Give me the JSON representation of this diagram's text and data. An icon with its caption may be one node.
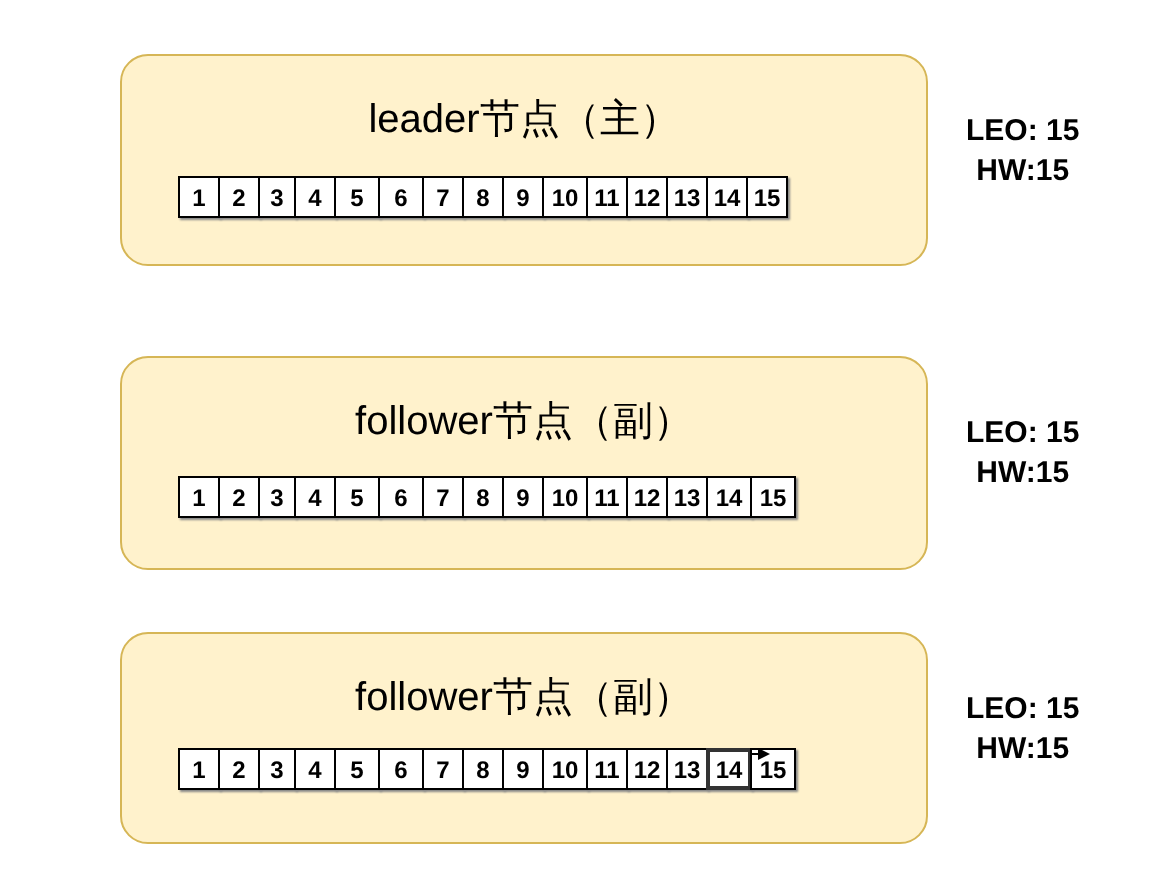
{
  "diagram": {
    "nodes": [
      {
        "text": [
          "leader节点（主）"
        ],
        "beside": [
          "LEO: 15",
          "HW:15"
        ]
      },
      {
        "text": [
          "1"
        ],
        "in": 0
      },
      {
        "text": [
          "2"
        ],
        "in": 0
      },
      {
        "text": [
          "3"
        ],
        "in": 0
      },
      {
        "text": [
          "4"
        ],
        "in": 0
      },
      {
        "text": [
          "5"
        ],
        "in": 0
      },
      {
        "text": [
          "6"
        ],
        "in": 0
      },
      {
        "text": [
          "7"
        ],
        "in": 0
      },
      {
        "text": [
          "8"
        ],
        "in": 0
      },
      {
        "text": [
          "9"
        ],
        "in": 0
      },
      {
        "text": [
          "10"
        ],
        "in": 0
      },
      {
        "text": [
          "11"
        ],
        "in": 0
      },
      {
        "text": [
          "12"
        ],
        "in": 0
      },
      {
        "text": [
          "13"
        ],
        "in": 0
      },
      {
        "text": [
          "14"
        ],
        "in": 0
      },
      {
        "text": [
          "15"
        ],
        "in": 0
      },
      {
        "text": [
          "follower节点（副）"
        ],
        "beside": [
          "LEO: 15",
          "HW:15"
        ]
      },
      {
        "text": [
          "1"
        ],
        "in": 16
      },
      {
        "text": [
          "2"
        ],
        "in": 16
      },
      {
        "text": [
          "3"
        ],
        "in": 16
      },
      {
        "text": [
          "4"
        ],
        "in": 16
      },
      {
        "text": [
          "5"
        ],
        "in": 16
      },
      {
        "text": [
          "6"
        ],
        "in": 16
      },
      {
        "text": [
          "7"
        ],
        "in": 16
      },
      {
        "text": [
          "8"
        ],
        "in": 16
      },
      {
        "text": [
          "9"
        ],
        "in": 16
      },
      {
        "text": [
          "10"
        ],
        "in": 16
      },
      {
        "text": [
          "11"
        ],
        "in": 16
      },
      {
        "text": [
          "12"
        ],
        "in": 16
      },
      {
        "text": [
          "13"
        ],
        "in": 16
      },
      {
        "text": [
          "14"
        ],
        "in": 16
      },
      {
        "text": [
          "15"
        ],
        "in": 16
      },
      {
        "text": [
          "follower节点（副）"
        ],
        "beside": [
          "LEO: 15",
          "HW:15"
        ]
      },
      {
        "text": [
          "1"
        ],
        "in": 32
      },
      {
        "text": [
          "2"
        ],
        "in": 32
      },
      {
        "text": [
          "3"
        ],
        "in": 32
      },
      {
        "text": [
          "4"
        ],
        "in": 32
      },
      {
        "text": [
          "5"
        ],
        "in": 32
      },
      {
        "text": [
          "6"
        ],
        "in": 32
      },
      {
        "text": [
          "7"
        ],
        "in": 32
      },
      {
        "text": [
          "8"
        ],
        "in": 32
      },
      {
        "text": [
          "9"
        ],
        "in": 32
      },
      {
        "text": [
          "10"
        ],
        "in": 32
      },
      {
        "text": [
          "11"
        ],
        "in": 32
      },
      {
        "text": [
          "12"
        ],
        "in": 32
      },
      {
        "text": [
          "13"
        ],
        "in": 32
      },
      {
        "text": [
          "14"
        ],
        "in": 32
      },
      {
        "text": [
          "15"
        ],
        "in": 32
      }
    ],
    "edges": [
      {
        "from": 46,
        "to": 47,
        "arrow": "to"
      }
    ]
  }
}
